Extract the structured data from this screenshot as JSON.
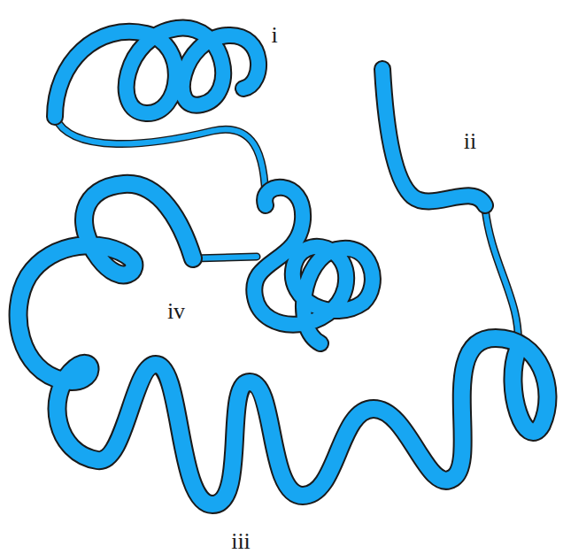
{
  "diagram": {
    "labels": [
      "i",
      "ii",
      "iii",
      "iv"
    ]
  }
}
